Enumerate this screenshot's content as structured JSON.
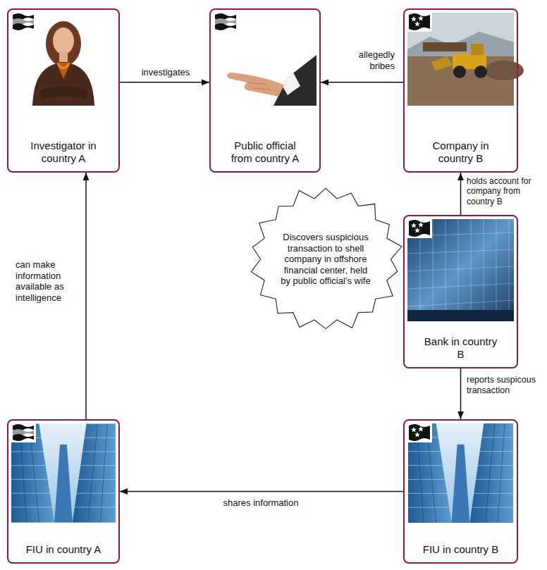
{
  "diagram": {
    "nodes": [
      {
        "text": [
          "Investigator in country A"
        ]
      },
      {
        "text": [
          "Public official from country A"
        ]
      },
      {
        "text": [
          "Company in country B"
        ]
      },
      {
        "text": [
          "Discovers suspicious transaction to shell company in offshore financial center, held by public official’s wife"
        ]
      },
      {
        "text": [
          "Bank in country B"
        ]
      },
      {
        "text": [
          "FIU in country A"
        ]
      },
      {
        "text": [
          "FIU in country B"
        ]
      }
    ],
    "edges": [
      {
        "from": 0,
        "to": 1,
        "label": "investigates",
        "arrow": "to"
      },
      {
        "from": 2,
        "to": 1,
        "label": "allegedly bribes",
        "arrow": "to"
      },
      {
        "from": 4,
        "to": 2,
        "label": "holds account for company from country B",
        "arrow": "to"
      },
      {
        "from": 4,
        "to": 6,
        "label": "reports suspicous transaction",
        "arrow": "to"
      },
      {
        "from": 6,
        "to": 5,
        "label": "shares information",
        "arrow": "to"
      },
      {
        "from": 5,
        "to": 0,
        "label": "can make information available as intelligence",
        "arrow": "to"
      }
    ]
  }
}
